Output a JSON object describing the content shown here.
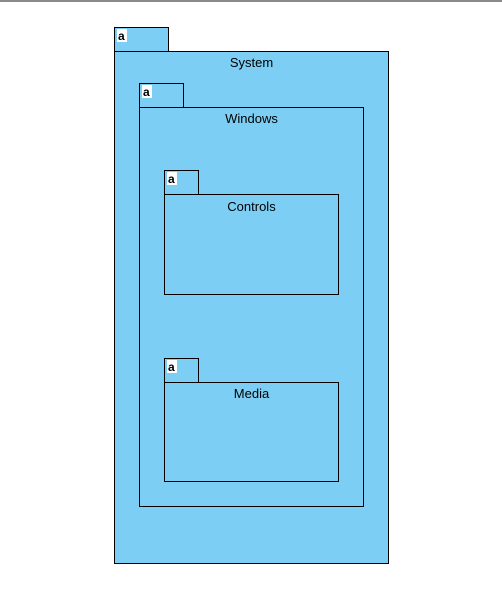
{
  "diagram": {
    "type": "uml-package-diagram",
    "fill_color": "#7ccef4",
    "stroke_color": "#000000",
    "packages": [
      {
        "id": "system",
        "name": "System",
        "tab_glyph": "a"
      },
      {
        "id": "windows",
        "name": "Windows",
        "tab_glyph": "a"
      },
      {
        "id": "controls",
        "name": "Controls",
        "tab_glyph": "a"
      },
      {
        "id": "media",
        "name": "Media",
        "tab_glyph": "a"
      }
    ]
  }
}
